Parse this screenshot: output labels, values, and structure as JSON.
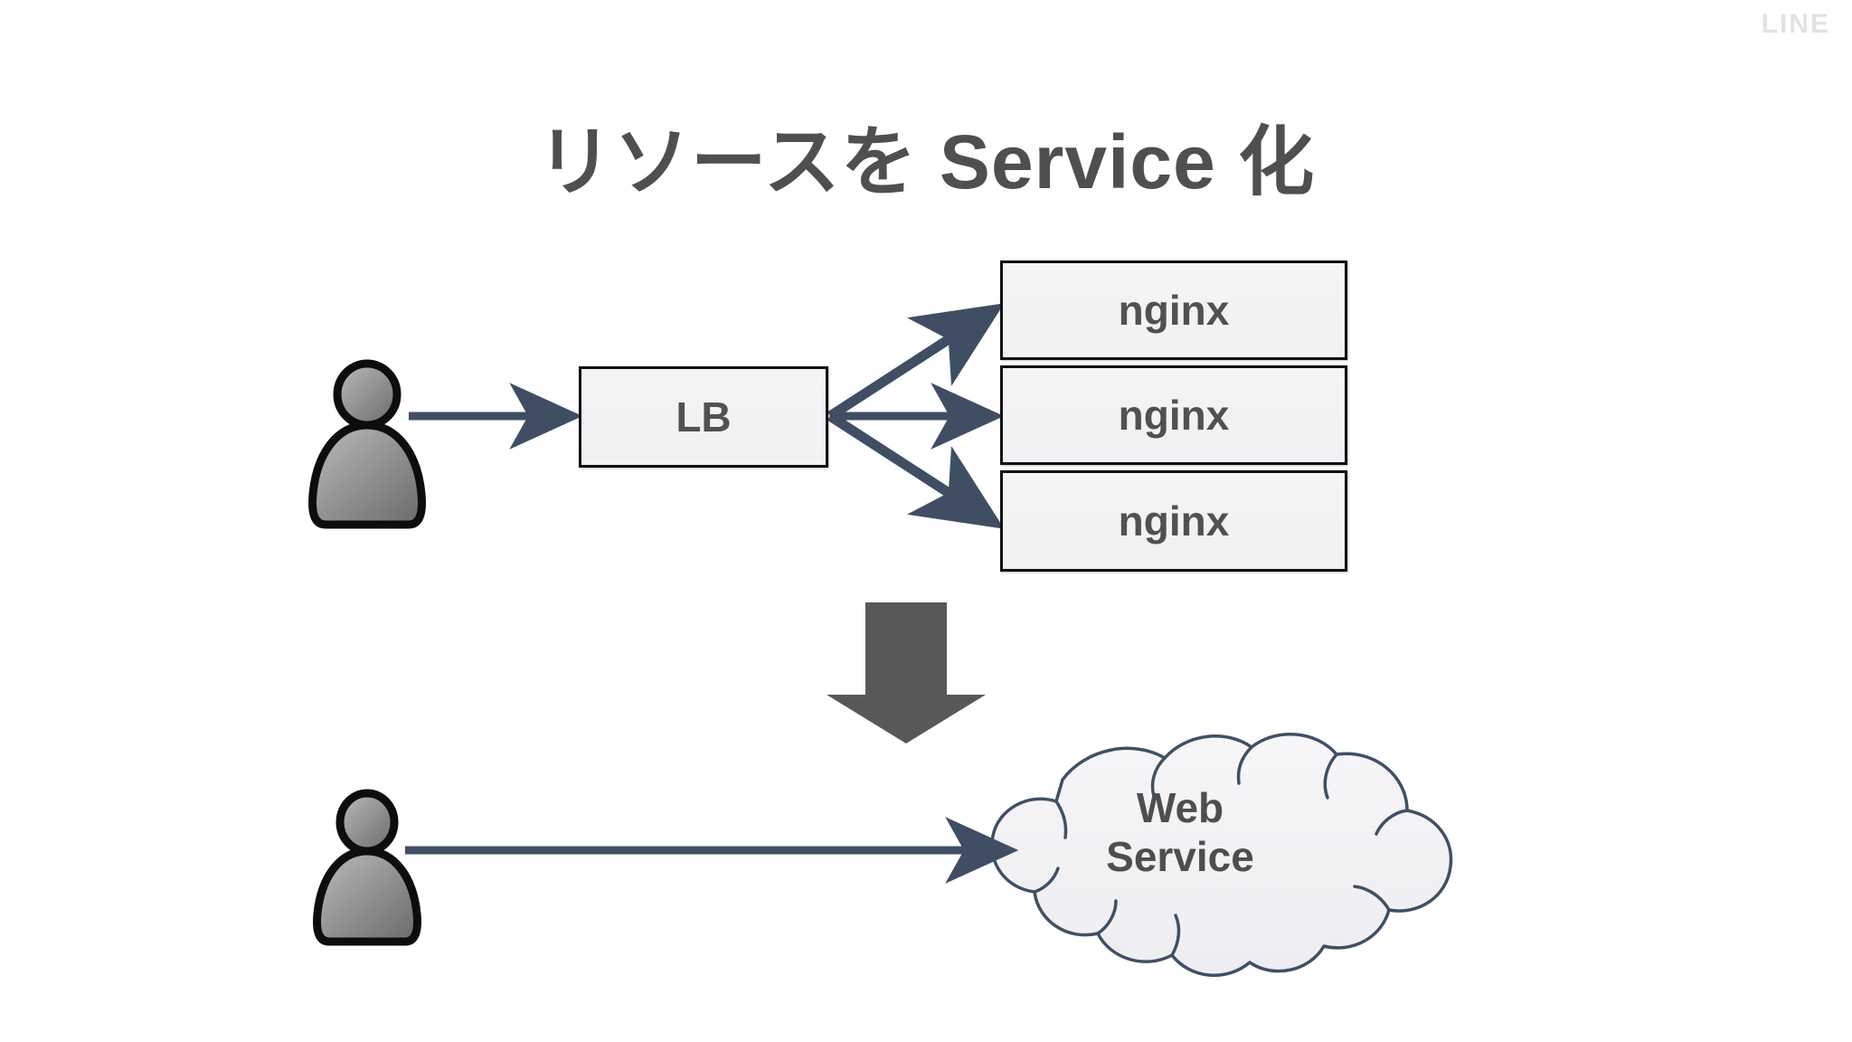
{
  "slide": {
    "background_color": "#ffffff",
    "watermark": "LINE",
    "title": "リソースを Service 化",
    "title_color": "#4f4f4f"
  },
  "palette": {
    "arrow": "#3f4e63",
    "box_border": "#0f0f14",
    "box_fill": "#f2f2f4",
    "box_text": "#515151",
    "cloud_stroke": "#3f5064",
    "cloud_fill": "#f2f2f5",
    "big_arrow": "#58585a",
    "person_outline": "#0d0d0d",
    "person_fill_light": "#b4b4b4",
    "person_fill_dark": "#6e6e70"
  },
  "diagram": {
    "before": {
      "actor_label": "user",
      "lb": {
        "label": "LB"
      },
      "backends": [
        {
          "label": "nginx"
        },
        {
          "label": "nginx"
        },
        {
          "label": "nginx"
        }
      ],
      "edges": [
        {
          "from": "user",
          "to": "LB"
        },
        {
          "from": "LB",
          "to": "nginx-1"
        },
        {
          "from": "LB",
          "to": "nginx-2"
        },
        {
          "from": "LB",
          "to": "nginx-3"
        }
      ]
    },
    "transform_arrow": {
      "direction": "down"
    },
    "after": {
      "actor_label": "user",
      "cloud": {
        "label": "Web\nService",
        "line1": "Web",
        "line2": "Service"
      },
      "edges": [
        {
          "from": "user",
          "to": "Web Service"
        }
      ]
    }
  }
}
